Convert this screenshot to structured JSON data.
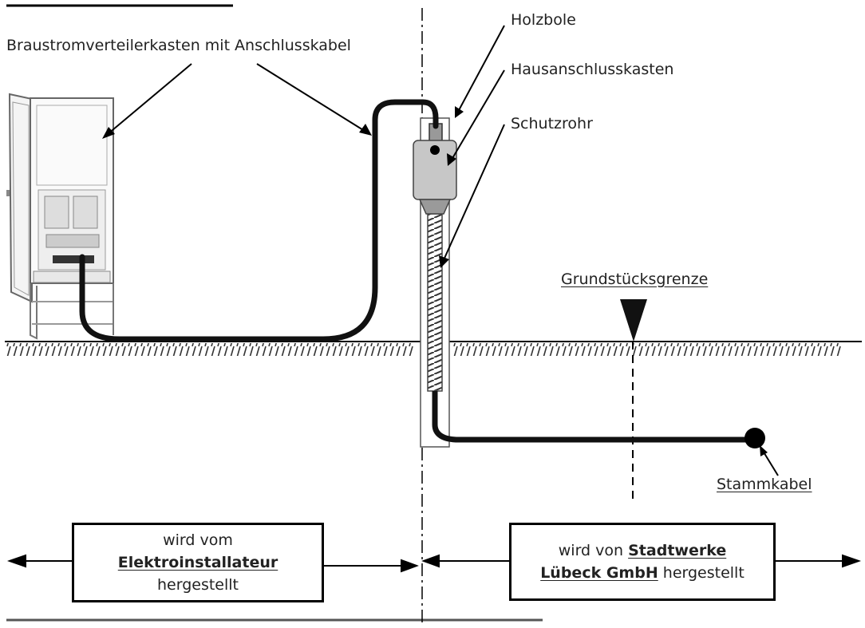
{
  "labels": {
    "braustrom": "Braustromverteilerkasten mit Anschlusskabel",
    "holzbole": "Holzbole",
    "hausanschluss": "Hausanschlusskasten",
    "schutzrohr": "Schutzrohr",
    "grundstueck": "Grundstücksgrenze",
    "stammkabel": "Stammkabel"
  },
  "left_box": {
    "line1": "wird vom",
    "line2": "Elektroinstallateur",
    "line3": "hergestellt"
  },
  "right_box": {
    "pre": "wird von ",
    "bold1": "Stadtwerke",
    "bold2": "Lübeck GmbH",
    "post": " hergestellt"
  }
}
